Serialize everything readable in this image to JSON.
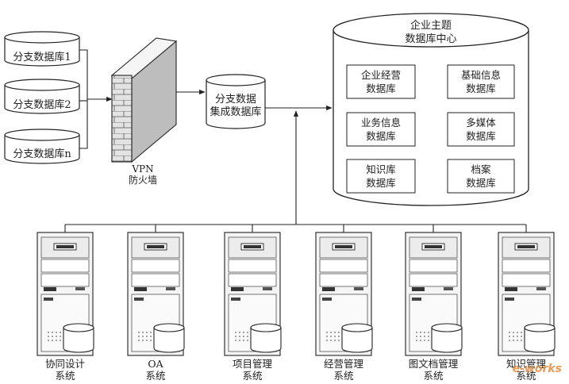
{
  "branch_dbs": [
    {
      "label": "分支数据库1"
    },
    {
      "label": "分支数据库2"
    },
    {
      "label": "分支数据库n"
    }
  ],
  "firewall": {
    "line1": "VPN",
    "line2": "防火墙"
  },
  "integration_db": {
    "line1": "分支数据",
    "line2": "集成数据库"
  },
  "center": {
    "title_line1": "企业主题",
    "title_line2": "数据库中心",
    "modules": [
      {
        "line1": "企业经营",
        "line2": "数据库"
      },
      {
        "line1": "基础信息",
        "line2": "数据库"
      },
      {
        "line1": "业务信息",
        "line2": "数据库"
      },
      {
        "line1": "多媒体",
        "line2": "数据库"
      },
      {
        "line1": "知识库",
        "line2": "数据库"
      },
      {
        "line1": "档案",
        "line2": "数据库"
      }
    ]
  },
  "systems": [
    {
      "line1": "协同设计",
      "line2": "系统"
    },
    {
      "line1": "OA",
      "line2": "系统"
    },
    {
      "line1": "项目管理",
      "line2": "系统"
    },
    {
      "line1": "经营管理",
      "line2": "系统"
    },
    {
      "line1": "图文档管理",
      "line2": "系统"
    },
    {
      "line1": "知识管理",
      "line2": "系统"
    }
  ],
  "watermark": "e-works",
  "colors": {
    "stroke": "#222222",
    "brick": "#d9d9d9",
    "server": "#f2f2f2",
    "watermark": "#e88a3a"
  }
}
